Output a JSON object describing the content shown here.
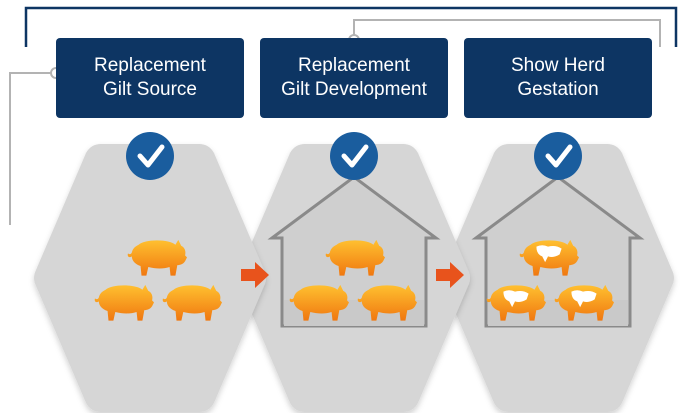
{
  "stages": [
    {
      "line1": "Replacement",
      "line2": "Gilt Source",
      "has_barn": false,
      "pig_style": "plain"
    },
    {
      "line1": "Replacement",
      "line2": "Gilt Development",
      "has_barn": true,
      "pig_style": "plain"
    },
    {
      "line1": "Show Herd",
      "line2": "Gestation",
      "has_barn": true,
      "pig_style": "patched"
    }
  ],
  "icons": {
    "stage_status": "check-icon",
    "flow": "arrow-right-icon",
    "animal": "pig-icon",
    "building": "barn-icon"
  },
  "colors": {
    "label_bg": "#0d3563",
    "check_bg": "#1a5d9e",
    "hexagon": "#d6d6d6",
    "barn_stroke": "#8a8a8a",
    "arrow": "#e8531c",
    "pig_top": "#ffc030",
    "pig_bottom": "#f07810",
    "connector": "#b3b3b3",
    "bracket": "#0d3563"
  }
}
